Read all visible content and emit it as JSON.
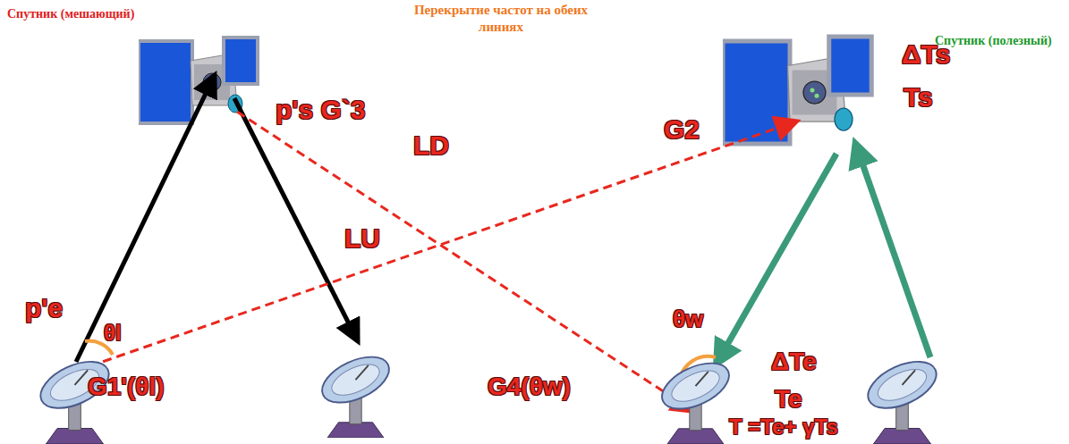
{
  "diagram": {
    "title": "Перекрытие частот на обеих линиях",
    "labels": [
      "Спутник (мешающий)",
      "Спутник (полезный)",
      "p's G`3",
      "LD",
      "LU",
      "G2",
      "ΔTs",
      "Ts",
      "p'e",
      "θl",
      "G1'(θl)",
      "G4(θw)",
      "θw",
      "ΔTe",
      "Te",
      "T =Te+ γTs"
    ]
  }
}
